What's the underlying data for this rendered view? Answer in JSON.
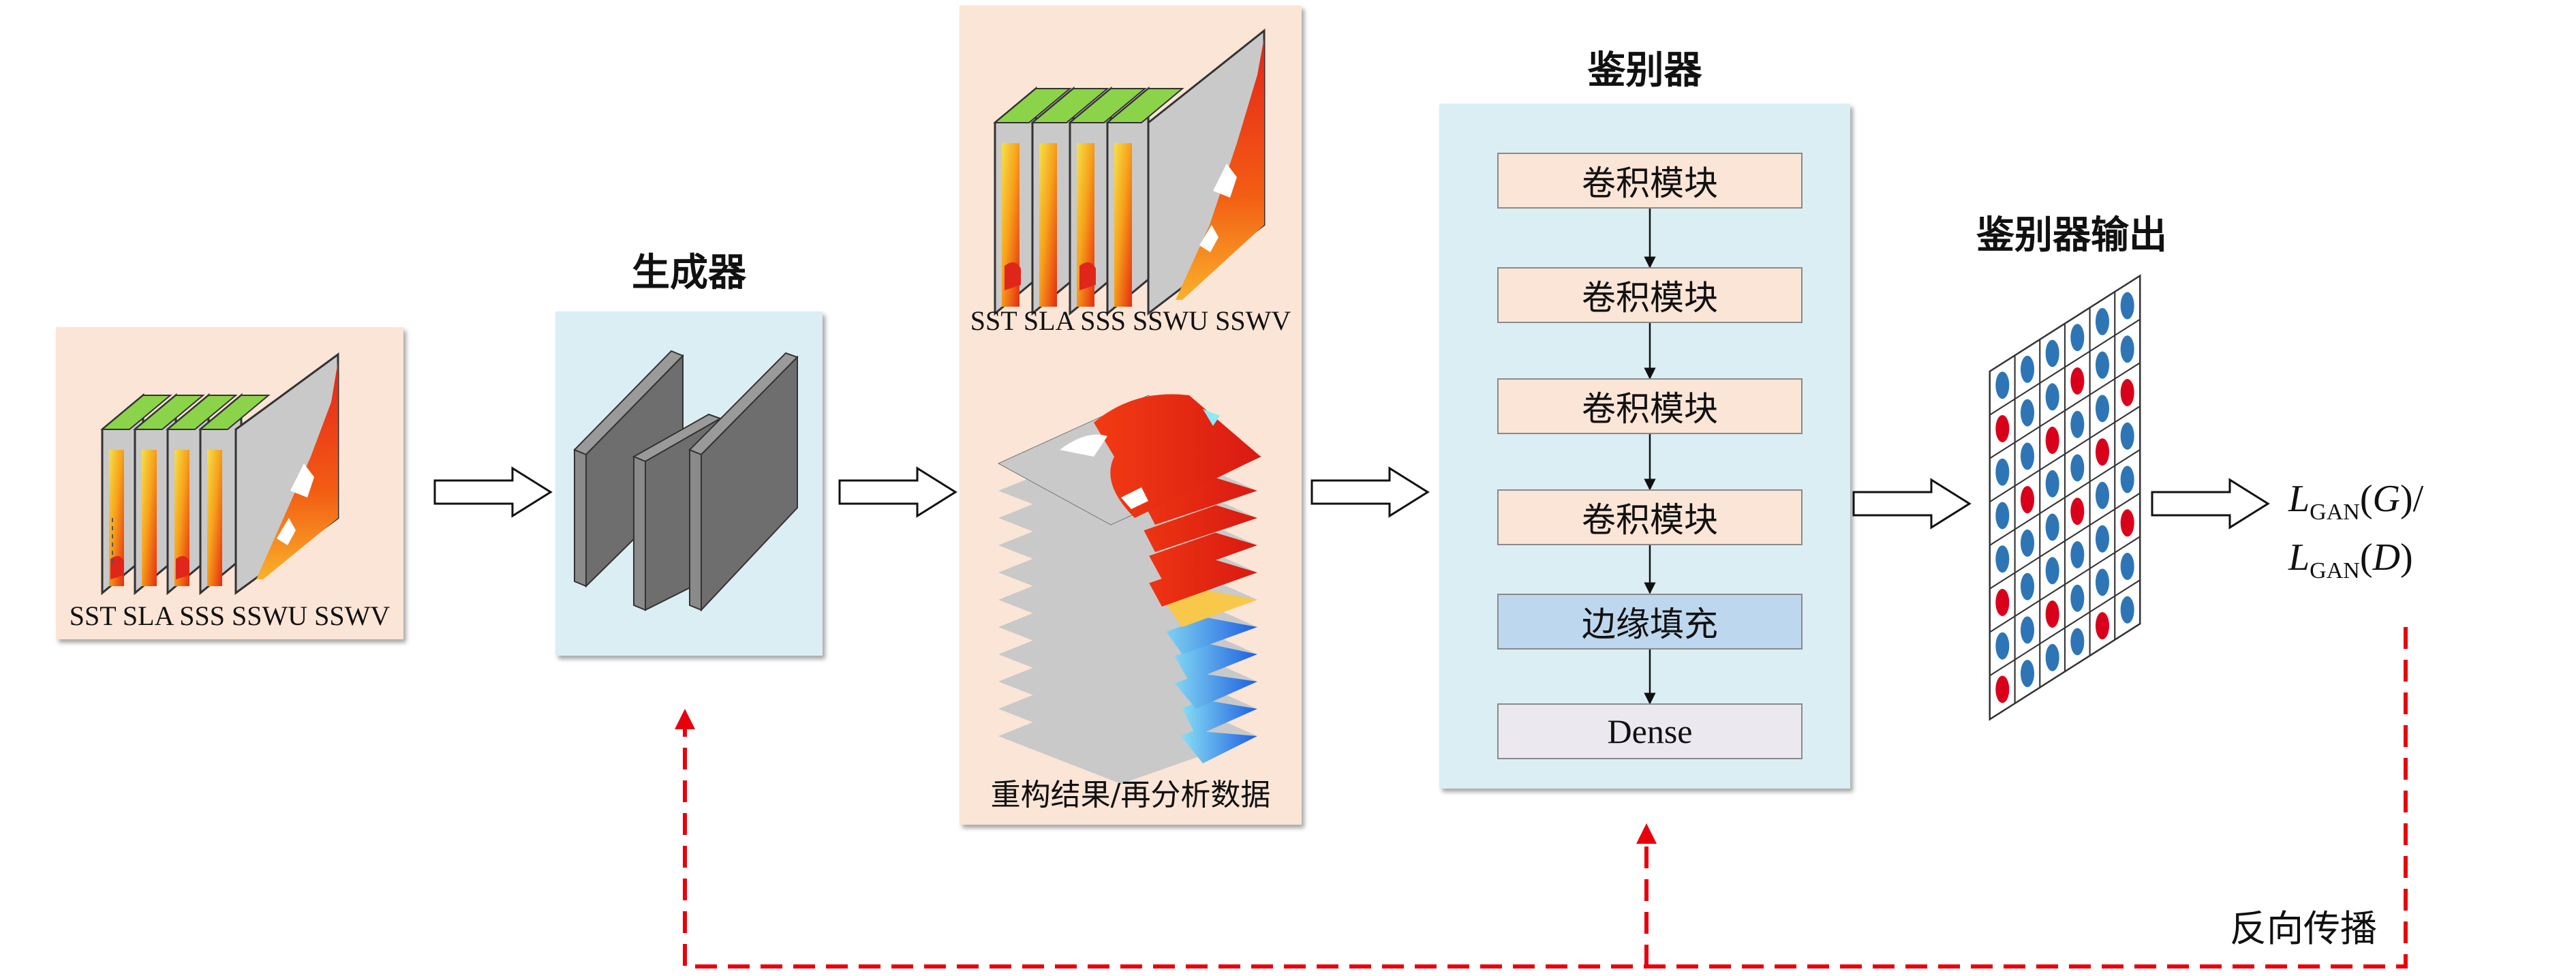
{
  "input_panel": {
    "caption": "SST SLA SSS SSWU SSWV"
  },
  "generator": {
    "title": "生成器"
  },
  "middle_panel": {
    "top_caption": "SST SLA SSS SSWU SSWV",
    "bottom_caption": "重构结果/再分析数据"
  },
  "discriminator": {
    "title": "鉴别器",
    "blocks": [
      "卷积模块",
      "卷积模块",
      "卷积模块",
      "卷积模块",
      "边缘填充",
      "Dense"
    ]
  },
  "output": {
    "title": "鉴别器输出",
    "grid_cols": 6,
    "grid_rows": 8
  },
  "loss": {
    "L": "L",
    "sub": "GAN",
    "g": "(G)/",
    "d": "(D)"
  },
  "backprop": {
    "label": "反向传播"
  },
  "colors": {
    "peach": "#fbe5d6",
    "light_blue": "#dbeef4",
    "dashed_red": "#e8000b",
    "grid_blue": "#2e75b6",
    "grid_red": "#d9001b"
  }
}
